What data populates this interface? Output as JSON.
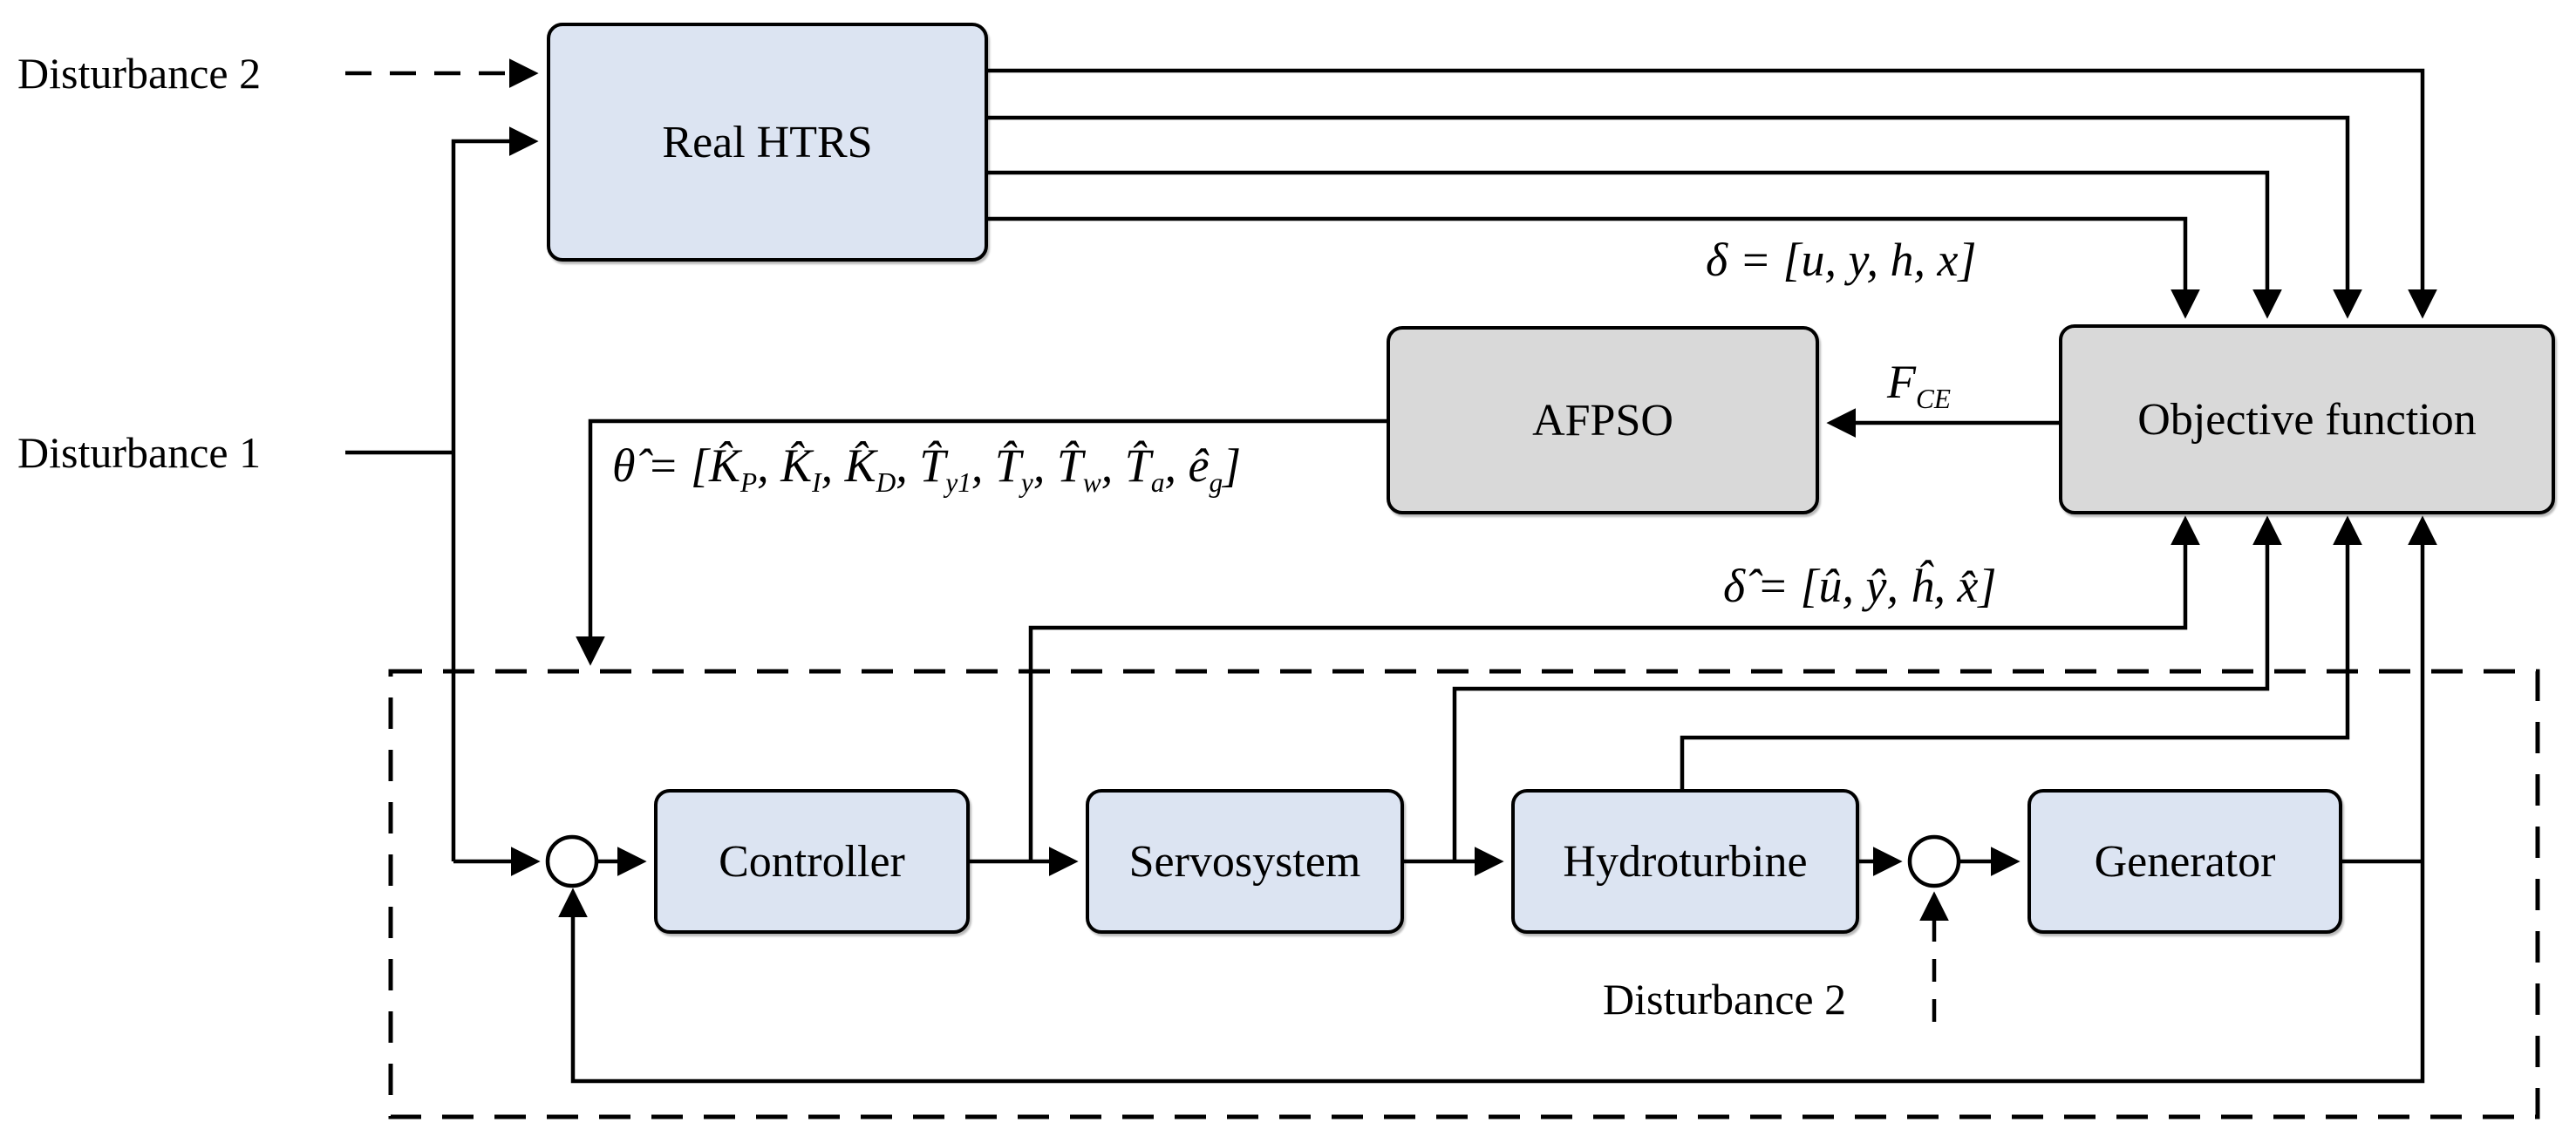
{
  "diagram": {
    "background": "#ffffff",
    "colors": {
      "plant_block_fill": "#dce4f2",
      "algorithm_block_fill": "#d9d9d9",
      "line": "#000000",
      "text": "#000000"
    },
    "blocks": {
      "real_htrs": {
        "label": "Real HTRS"
      },
      "afpso": {
        "label": "AFPSO"
      },
      "objective_function": {
        "label": "Objective function"
      },
      "controller": {
        "label": "Controller"
      },
      "servosystem": {
        "label": "Servosystem"
      },
      "hydroturbine": {
        "label": "Hydroturbine"
      },
      "generator": {
        "label": "Generator"
      }
    },
    "labels": {
      "disturbance2_top": "Disturbance 2",
      "disturbance1": "Disturbance 1",
      "disturbance2_bottom": "Disturbance 2",
      "delta_eq": "δ =  [u, y, h, x]",
      "delta_hat_eq": "δ̂ =  [û, ŷ, ĥ, x̂]",
      "fce_tokens": [
        {
          "t": "F",
          "s": "CE"
        }
      ],
      "theta_eq_tokens": [
        {
          "t": "θ̂ = [K̂",
          "s": "P"
        },
        {
          "t": ", K̂",
          "s": "I"
        },
        {
          "t": ", K̂",
          "s": "D"
        },
        {
          "t": ", T̂",
          "s": "y1"
        },
        {
          "t": ", T̂",
          "s": "y"
        },
        {
          "t": ", T̂",
          "s": "w"
        },
        {
          "t": ", T̂",
          "s": "a"
        },
        {
          "t": ", ê",
          "s": "g"
        },
        {
          "t": "]"
        }
      ]
    }
  }
}
